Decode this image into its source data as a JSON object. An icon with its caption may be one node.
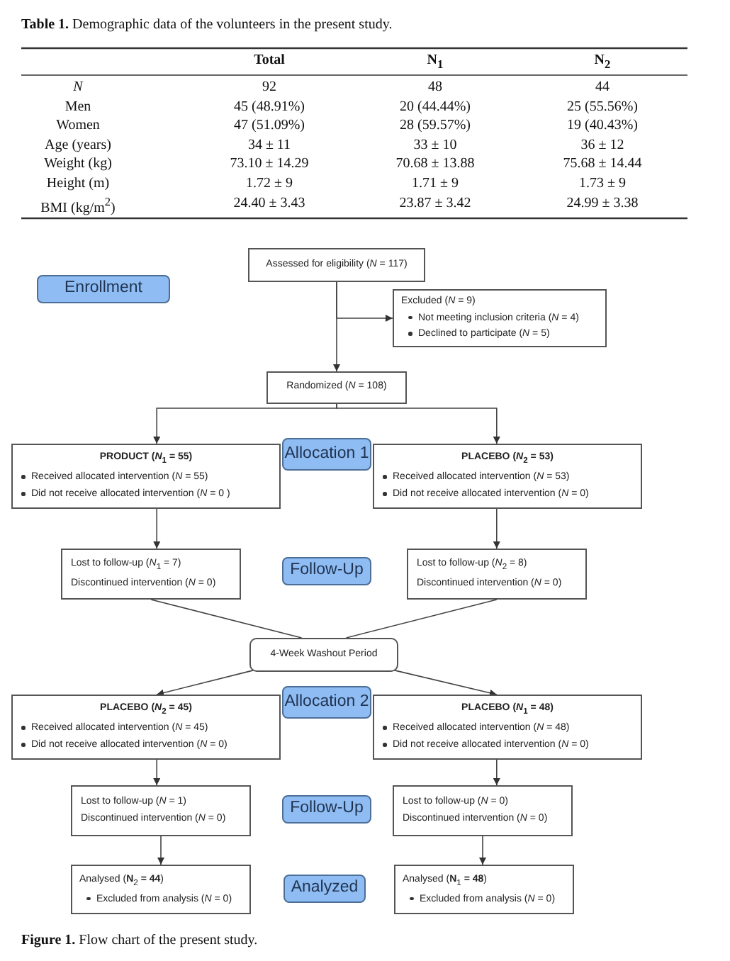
{
  "diagram": {
    "title": "**Table 1.** Demographic data of the volunteers in the present study.",
    "caption": "**Figure 1.** Flow chart of the present study.",
    "nodes": [
      {
        "text": [
          "Assessed for eligibility (*N* = 117)"
        ]
      },
      {
        "text": [
          "Enrollment"
        ]
      },
      {
        "text": [
          "Excluded (*N* = 9)",
          "Not meeting inclusion criteria (*N* = 4)",
          "Declined to participate (*N* = 5)"
        ]
      },
      {
        "text": [
          "Randomized (*N* = 108)"
        ]
      },
      {
        "text": [
          "PRODUCT (*N*$_{1}$ = 55)",
          "Received allocated intervention (*N* = 55)",
          "Did not receive allocated intervention (*N* = 0 )"
        ]
      },
      {
        "text": [
          "Allocation 1"
        ]
      },
      {
        "text": [
          "PLACEBO (*N*$_{2}$ = 53)",
          "Received allocated intervention (*N* = 53)",
          "Did not receive allocated intervention (*N* = 0)"
        ]
      },
      {
        "text": [
          "Lost to follow-up (*N*$_{1}$ = 7)",
          "Discontinued intervention (*N* = 0)"
        ]
      },
      {
        "text": [
          "Follow-Up"
        ]
      },
      {
        "text": [
          "Lost to follow-up (*N*$_{2}$ = 8)",
          "Discontinued intervention (*N* = 0)"
        ]
      },
      {
        "text": [
          "4-Week Washout Period"
        ]
      },
      {
        "text": [
          "PLACEBO (*N*$_{2}$ = 45)",
          "Received allocated intervention (*N* = 45)",
          "Did not receive allocated intervention (*N* = 0)"
        ]
      },
      {
        "text": [
          "Allocation 2"
        ]
      },
      {
        "text": [
          "PLACEBO (*N*$_{1}$ = 48)",
          "Received allocated intervention (*N* = 48)",
          "Did not receive allocated intervention (*N* = 0)"
        ]
      },
      {
        "text": [
          "Lost to follow-up (*N* = 1)",
          "Discontinued intervention (*N* = 0)"
        ]
      },
      {
        "text": [
          "Follow-Up"
        ]
      },
      {
        "text": [
          "Lost to follow-up (*N* = 0)",
          "Discontinued intervention (*N* = 0)"
        ]
      },
      {
        "text": [
          "Analysed (**N**$_{2}$ **= 44**)",
          "Excluded from analysis (*N* = 0)"
        ]
      },
      {
        "text": [
          "Analyzed"
        ]
      },
      {
        "text": [
          "Analysed (**N**$_{1}$ **= 48**)",
          "Excluded from analysis (*N* = 0)"
        ]
      }
    ],
    "edges": [
      {
        "from": 0,
        "to": 2,
        "arrow": "to"
      },
      {
        "from": 0,
        "to": 3,
        "arrow": "to"
      },
      {
        "from": 3,
        "to": 4,
        "arrow": "to"
      },
      {
        "from": 3,
        "to": 6,
        "arrow": "to"
      },
      {
        "from": 4,
        "to": 7,
        "arrow": "to"
      },
      {
        "from": 6,
        "to": 9,
        "arrow": "to"
      },
      {
        "from": 7,
        "to": 10,
        "arrow": "none"
      },
      {
        "from": 9,
        "to": 10,
        "arrow": "none"
      },
      {
        "from": 10,
        "to": 11,
        "arrow": "to"
      },
      {
        "from": 10,
        "to": 13,
        "arrow": "to"
      },
      {
        "from": 11,
        "to": 14,
        "arrow": "to"
      },
      {
        "from": 13,
        "to": 16,
        "arrow": "to"
      },
      {
        "from": 14,
        "to": 17,
        "arrow": "to"
      },
      {
        "from": 16,
        "to": 19,
        "arrow": "to"
      }
    ],
    "labels": [
      "Total",
      "N$_{1}$",
      "N$_{2}$",
      "*N*",
      "92",
      "48",
      "44",
      "Men",
      "45 (48.91%)",
      "20 (44.44%)",
      "25 (55.56%)",
      "Women",
      "47 (51.09%)",
      "28 (59.57%)",
      "19 (40.43%)",
      "Age (years)",
      "34 ± 11",
      "33 ± 10",
      "36 ± 12",
      "Weight (kg)",
      "73.10 ± 14.29",
      "70.68 ± 13.88",
      "75.68 ± 14.44",
      "Height (m)",
      "1.72 ± 9",
      "1.71 ± 9",
      "1.73 ± 9",
      "BMI (kg/m$^{2}$)",
      "24.40 ± 3.43",
      "23.87 ± 3.42",
      "24.99 ± 3.38"
    ]
  }
}
